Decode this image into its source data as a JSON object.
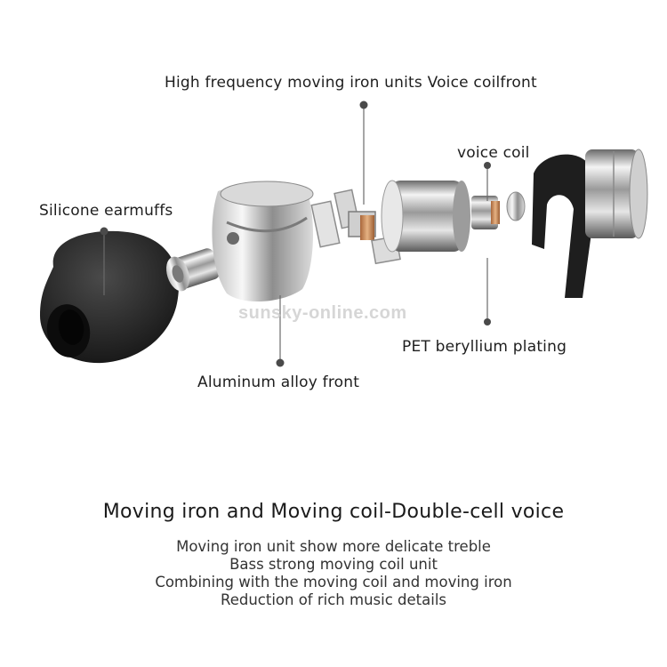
{
  "labels": {
    "high_frequency": "High frequency moving iron units Voice coilfront",
    "voice_coil": "voice coil",
    "silicone_earmuffs": "Silicone earmuffs",
    "pet_beryllium": "PET beryllium plating",
    "aluminum_front": "Aluminum alloy front"
  },
  "watermark": "sunsky-online.com",
  "headline": "Moving iron and Moving coil-Double-cell voice",
  "description": [
    "Moving iron unit show more delicate treble",
    "Bass strong moving coil unit",
    "Combining with the moving coil and moving iron",
    "Reduction of rich music details"
  ],
  "colors": {
    "leader_line": "#6a6a6a",
    "leader_dot": "#4a4a4a",
    "eartip": "#2a2a2a",
    "metal_light": "#eeeeee",
    "metal_dark": "#6e6e6e",
    "copper": "#c9884f"
  }
}
